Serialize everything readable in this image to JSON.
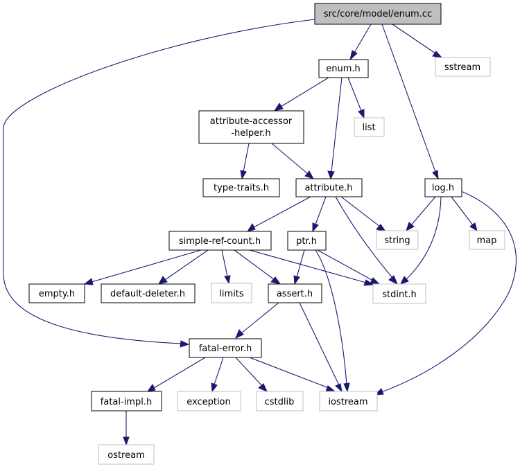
{
  "graph": {
    "nodes": {
      "root": "src/core/model/enum.cc",
      "enum_h": "enum.h",
      "sstream": "sstream",
      "attr_acc": [
        "attribute-accessor",
        "-helper.h"
      ],
      "list": "list",
      "type_traits": "type-traits.h",
      "attribute_h": "attribute.h",
      "log_h": "log.h",
      "simple_ref": "simple-ref-count.h",
      "ptr_h": "ptr.h",
      "string": "string",
      "map": "map",
      "empty_h": "empty.h",
      "default_del": "default-deleter.h",
      "limits": "limits",
      "assert_h": "assert.h",
      "stdint_h": "stdint.h",
      "fatal_error": "fatal-error.h",
      "fatal_impl": "fatal-impl.h",
      "exception": "exception",
      "cstdlib": "cstdlib",
      "iostream": "iostream",
      "ostream": "ostream"
    },
    "colors": {
      "edge": "#191970",
      "root_fill": "#bfbfbf",
      "node_border": "#000000",
      "system_border": "#bfbfbf"
    }
  }
}
